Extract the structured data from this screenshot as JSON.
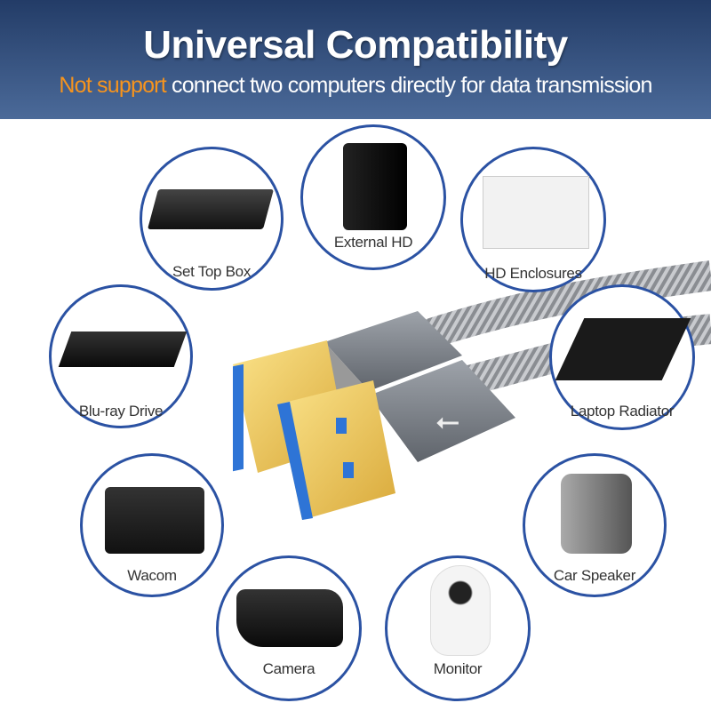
{
  "header": {
    "title": "Universal Compatibility",
    "subtitle_highlight": "Not support",
    "subtitle_rest": " connect two computers directly for data transmission"
  },
  "colors": {
    "header_top": "#233c67",
    "header_bottom": "#4b6a99",
    "highlight": "#f7941d",
    "circle_border": "#2b52a3"
  },
  "devices": [
    {
      "label": "Set Top Box",
      "icon": "set-top-box"
    },
    {
      "label": "External HD",
      "icon": "external-hard-drive"
    },
    {
      "label": "HD Enclosures",
      "icon": "hd-enclosure"
    },
    {
      "label": "Blu-ray Drive",
      "icon": "blu-ray-drive"
    },
    {
      "label": "Laptop Radiator",
      "icon": "laptop-cooling-stand"
    },
    {
      "label": "Wacom",
      "icon": "drawing-tablet"
    },
    {
      "label": "Car Speaker",
      "icon": "car-fm-transmitter"
    },
    {
      "label": "Camera",
      "icon": "camcorder"
    },
    {
      "label": "Monitor",
      "icon": "security-camera"
    }
  ],
  "product": {
    "icon": "usb-symbol"
  }
}
